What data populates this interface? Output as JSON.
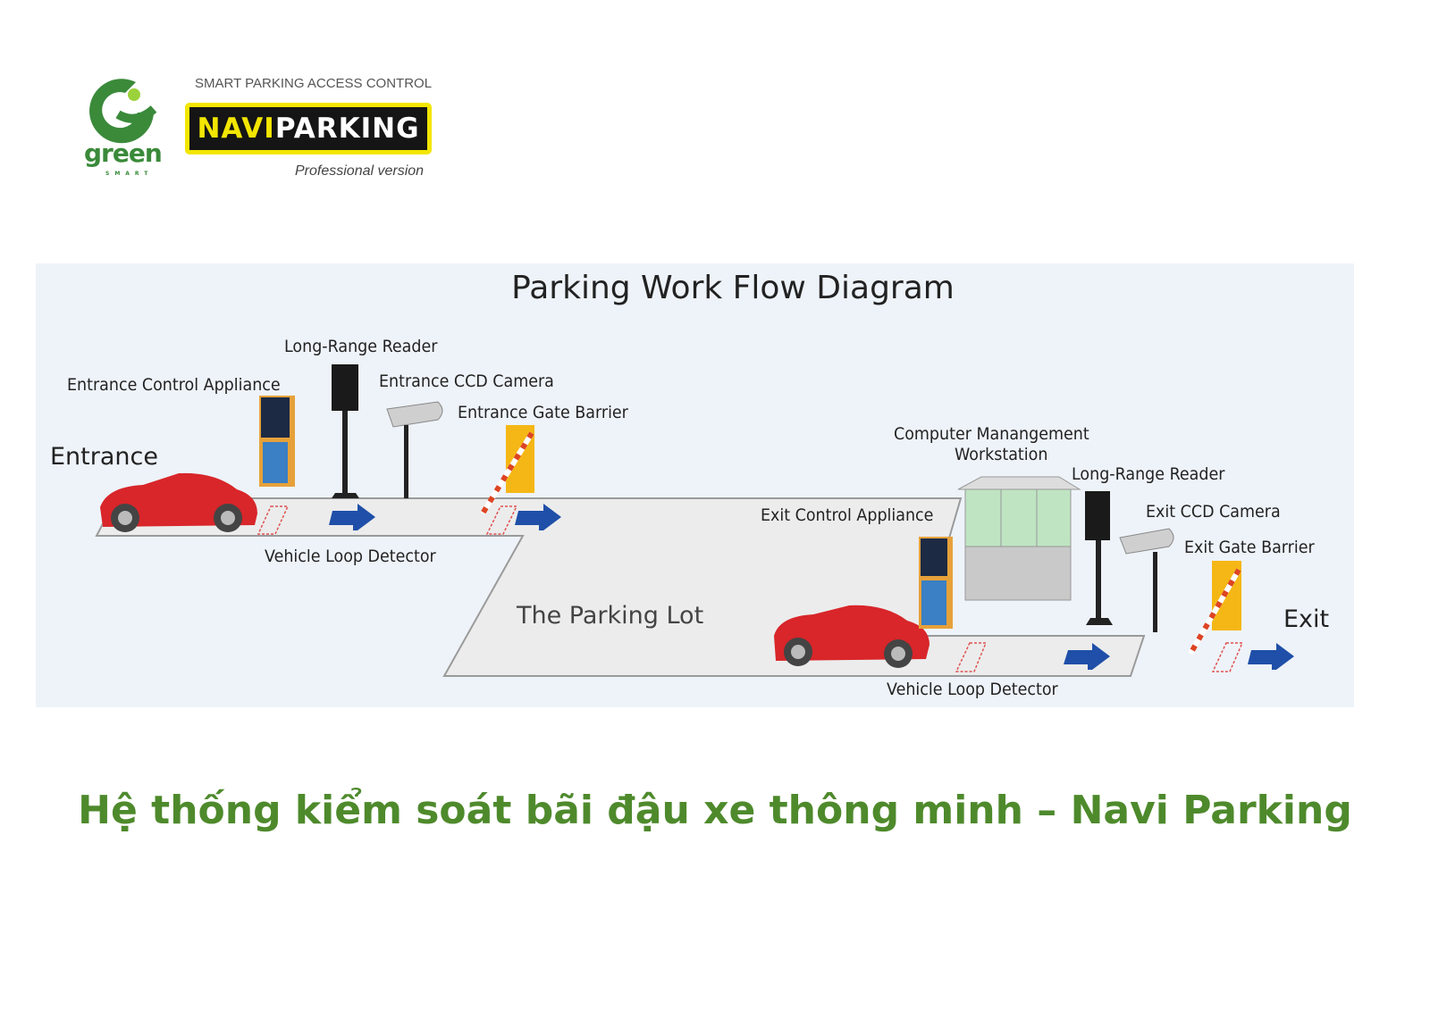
{
  "header": {
    "brand_logo_text": "green",
    "brand_logo_subtext": "SMART",
    "tagline": "SMART PARKING ACCESS CONTROL",
    "product_part1": "NAVI",
    "product_part2": "PARKING",
    "version": "Professional version"
  },
  "diagram": {
    "title": "Parking Work Flow Diagram",
    "entrance": "Entrance",
    "exit": "Exit",
    "parking_lot": "The Parking Lot",
    "entrance_labels": {
      "long_range_reader": "Long-Range Reader",
      "control_appliance": "Entrance  Control  Appliance",
      "ccd_camera": "Entrance CCD Camera",
      "gate_barrier": "Entrance Gate Barrier",
      "loop_detector": "Vehicle Loop Detector"
    },
    "exit_labels": {
      "workstation_line1": "Computer Manangement",
      "workstation_line2": "Workstation",
      "long_range_reader": "Long-Range Reader",
      "control_appliance": "Exit Control  Appliance",
      "ccd_camera": "Exit CCD Camera",
      "gate_barrier": "Exit Gate Barrier",
      "loop_detector": "Vehicle Loop Detector"
    },
    "colors": {
      "car": "#d8262a",
      "arrow": "#1f4fa8",
      "barrier": "#f5b715",
      "road": "#ececec"
    }
  },
  "caption": "Hệ thống kiểm soát bãi đậu xe thông minh – Navi Parking"
}
